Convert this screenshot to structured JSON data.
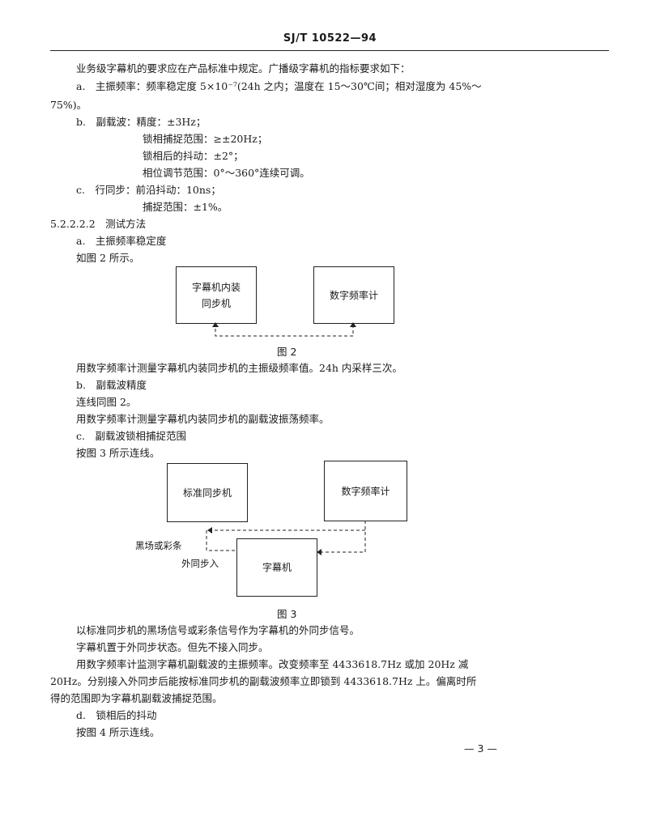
{
  "header": "SJ/T 10522—94",
  "lines": [
    "业务级字幕机的要求应在产品标准中规定。广播级字幕机的指标要求如下：",
    "a.　主振频率：频率稳定度 5×10⁻⁷(24h 之内；温度在 15～30℃间；相对湿度为 45%～",
    "75%)。",
    "b.　副载波：精度：±3Hz；",
    "锁相捕捉范围：≥±20Hz；",
    "锁相后的抖动：±2°；",
    "相位调节范围：0°～360°连续可调。",
    "c.　行同步：前沿抖动：10ns；",
    "捕捉范围：±1%。",
    "5.2.2.2.2　测试方法",
    "a.　主振频率稳定度",
    "如图 2 所示。",
    "用数字频率计测量字幕机内装同步机的主振级频率值。24h 内采样三次。",
    "b.　副载波精度",
    "连线同图 2。",
    "用数字频率计测量字幕机内装同步机的副载波振荡频率。",
    "c.　副载波锁相捕捉范围",
    "按图 3 所示连线。",
    "以标准同步机的黑场信号或彩条信号作为字幕机的外同步信号。",
    "字幕机置于外同步状态。但先不接入同步。",
    "用数字频率计监测字幕机副载波的主振频率。改变频率至 4433618.7Hz 或加 20Hz 减",
    "20Hz。分别接入外同步后能按标准同步机的副载波频率立即锁到 4433618.7Hz 上。偏离时所",
    "得的范围即为字幕机副载波捕捉范围。",
    "d.　锁相后的抖动",
    "按图 4 所示连线。"
  ],
  "fig2": {
    "box_left_line1": "字幕机内装",
    "box_left_line2": "同步机",
    "box_right": "数字频率计",
    "caption": "图 2"
  },
  "fig3": {
    "box_std_sync": "标准同步机",
    "box_freq_meter": "数字频率计",
    "box_captioner": "字幕机",
    "label_signal": "黑场或彩条",
    "label_ext_sync": "外同步入",
    "caption": "图 3"
  },
  "page_number": "— 3 —"
}
